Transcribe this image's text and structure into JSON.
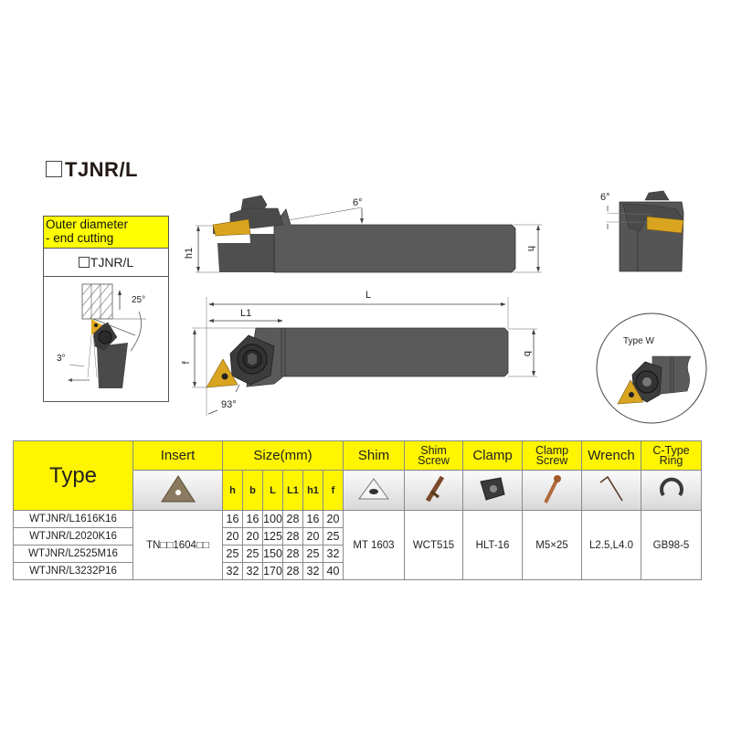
{
  "title": {
    "prefix_box": "□",
    "text": "TJNR/L"
  },
  "category_box": {
    "heading": "Outer diameter - end cutting",
    "heading_line1": "Outer diameter",
    "heading_line2": "- end cutting",
    "code": "TJNR/L",
    "diagram": {
      "angle_top": "25°",
      "angle_side": "3°"
    }
  },
  "side_view": {
    "angle": "6°",
    "dim_h1": "h1",
    "dim_h": "h"
  },
  "top_view": {
    "dim_L": "L",
    "dim_L1": "L1",
    "dim_f": "f",
    "dim_b": "b",
    "angle": "93°"
  },
  "end_view": {
    "angle": "6°"
  },
  "detail_circle": {
    "label": "Type W"
  },
  "colors": {
    "header_yellow": "#fff500",
    "insert_gold": "#d9a520",
    "body_gray": "#8a8a8a",
    "dark_gray": "#4a4a4a"
  },
  "table": {
    "headers": {
      "type": "Type",
      "insert": "Insert",
      "size": "Size(mm)",
      "shim": "Shim",
      "shim_screw_1": "Shim",
      "shim_screw_2": "Screw",
      "clamp": "Clamp",
      "clamp_screw_1": "Clamp",
      "clamp_screw_2": "Screw",
      "wrench": "Wrench",
      "ring_1": "C-Type",
      "ring_2": "Ring"
    },
    "size_columns": [
      "h",
      "b",
      "L",
      "L1",
      "h1",
      "f"
    ],
    "part_icons": [
      "insert-icon",
      "shim-icon",
      "shim-screw-icon",
      "clamp-icon",
      "clamp-screw-icon",
      "wrench-icon",
      "c-ring-icon"
    ],
    "rows": [
      {
        "type": "WTJNR/L1616K16",
        "h": "16",
        "b": "16",
        "L": "100",
        "L1": "28",
        "h1": "16",
        "f": "20"
      },
      {
        "type": "WTJNR/L2020K16",
        "h": "20",
        "b": "20",
        "L": "125",
        "L1": "28",
        "h1": "20",
        "f": "25"
      },
      {
        "type": "WTJNR/L2525M16",
        "h": "25",
        "b": "25",
        "L": "150",
        "L1": "28",
        "h1": "25",
        "f": "32"
      },
      {
        "type": "WTJNR/L3232P16",
        "h": "32",
        "b": "32",
        "L": "170",
        "L1": "28",
        "h1": "32",
        "f": "40"
      }
    ],
    "shared": {
      "insert": "TN□□1604□□",
      "shim": "MT 1603",
      "shim_screw": "WCT515",
      "clamp": "HLT-16",
      "clamp_screw": "M5×25",
      "wrench": "L2.5,L4.0",
      "ring": "GB98-5"
    }
  }
}
